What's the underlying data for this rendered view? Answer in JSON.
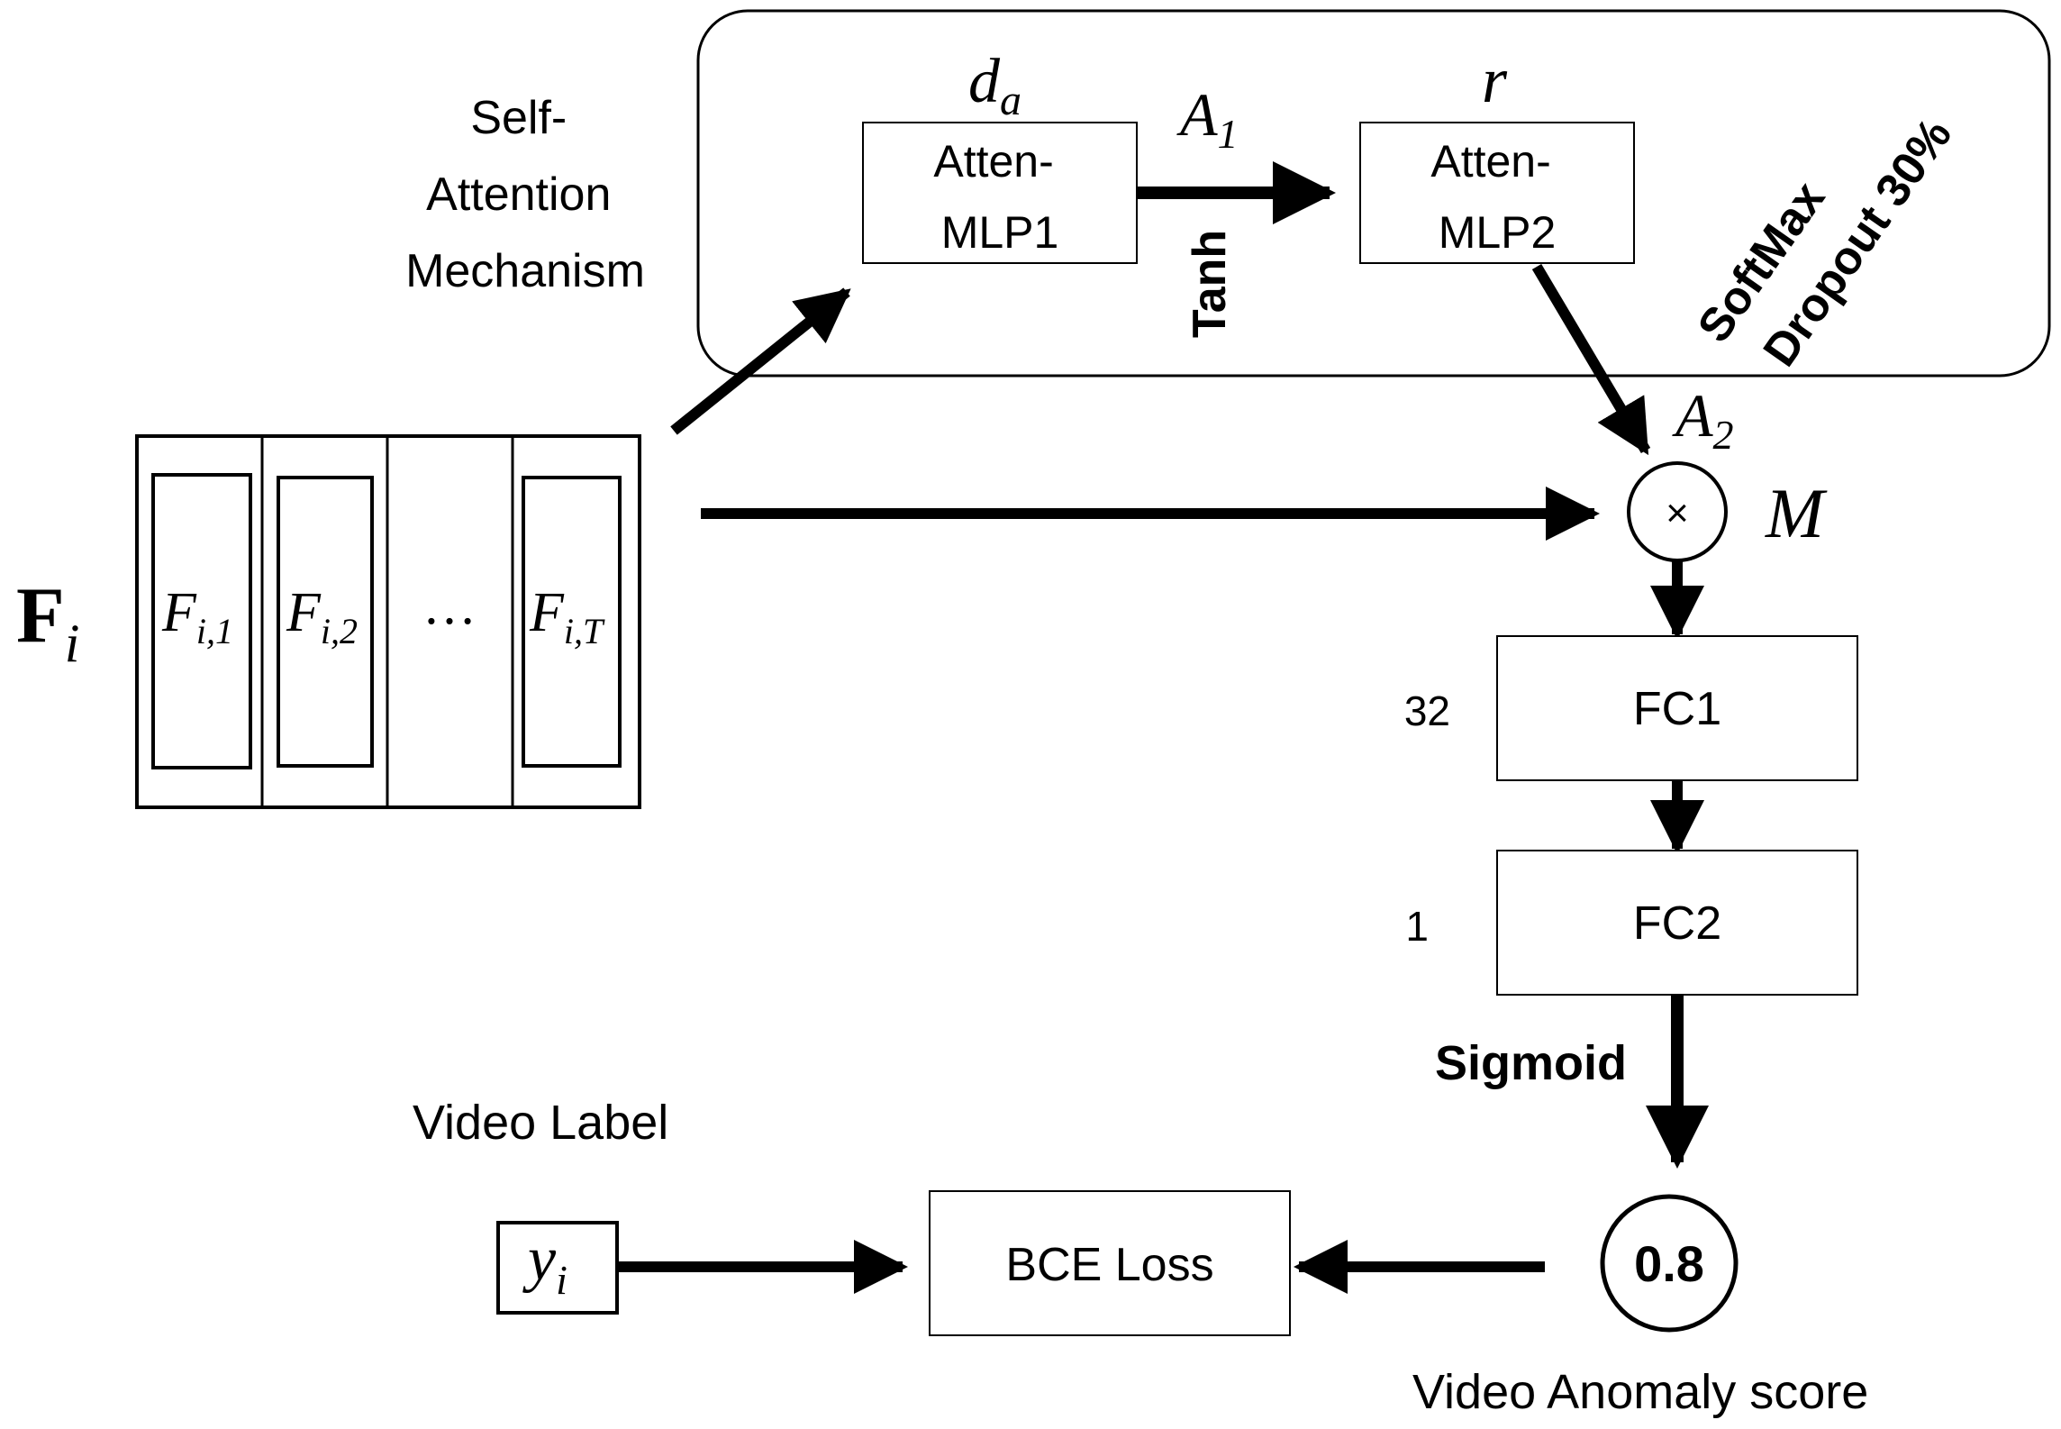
{
  "attention": {
    "title_lines": [
      "Self-",
      "Attention",
      "Mechanism"
    ],
    "mlp1_lines": [
      "Atten-",
      "MLP1"
    ],
    "mlp2_lines": [
      "Atten-",
      "MLP2"
    ],
    "da_main": "d",
    "da_sub": "a",
    "r": "r",
    "a1_main": "A",
    "a1_sub": "1",
    "tanh": "Tanh",
    "softmax": "SoftMax",
    "dropout": "Dropout  30%"
  },
  "features": {
    "label_main": "F",
    "label_sub": "i",
    "cells": [
      {
        "main": "F",
        "sub": "i,1"
      },
      {
        "main": "F",
        "sub": "i,2"
      },
      {
        "main": "…",
        "sub": ""
      },
      {
        "main": "F",
        "sub": "i,T"
      }
    ]
  },
  "multiply": {
    "symbol": "×",
    "a2_main": "A",
    "a2_sub": "2",
    "m": "M"
  },
  "fc1": {
    "label": "FC1",
    "size": "32"
  },
  "fc2": {
    "label": "FC2",
    "size": "1"
  },
  "sigmoid": "Sigmoid",
  "score": {
    "value": "0.8",
    "caption": "Video Anomaly score"
  },
  "loss": {
    "label": "BCE Loss"
  },
  "video_label": {
    "title": "Video Label",
    "main": "y",
    "sub": "i"
  }
}
